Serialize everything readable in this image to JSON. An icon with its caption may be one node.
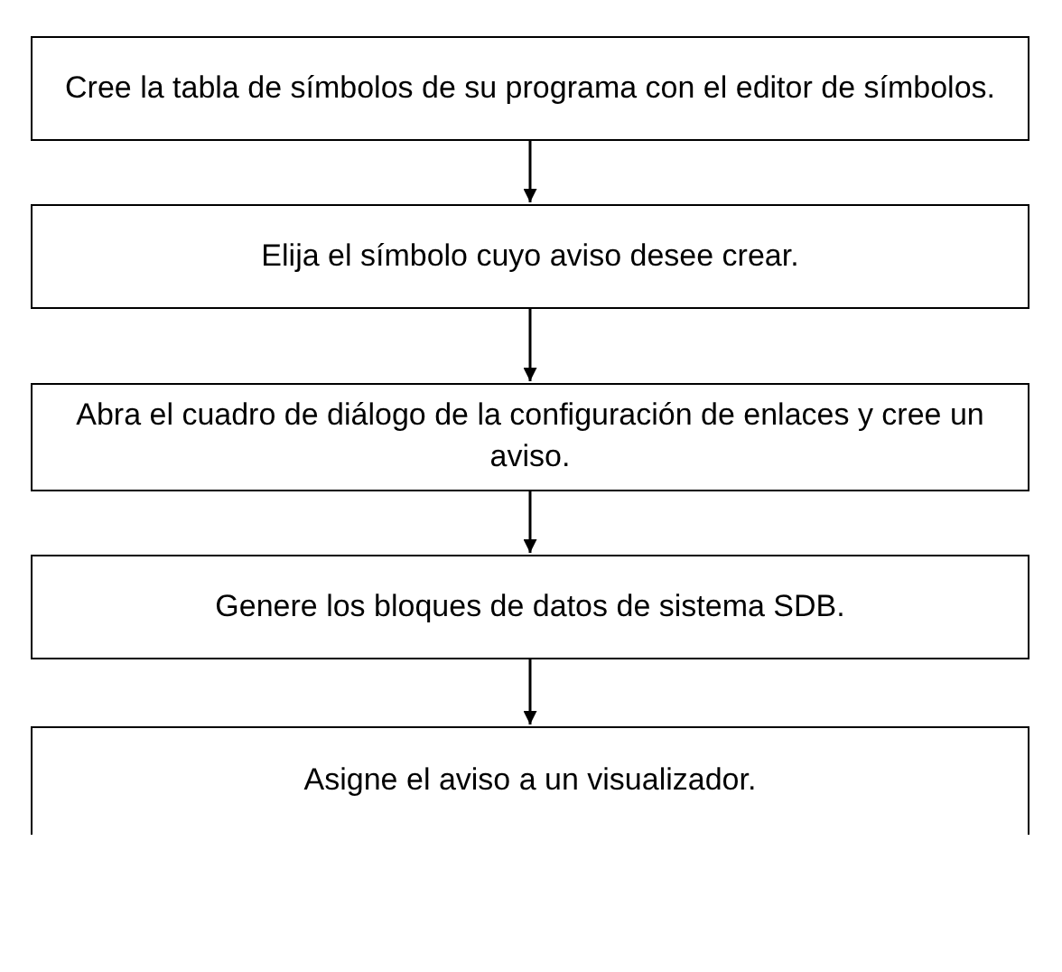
{
  "diagram": {
    "nodes": [
      {
        "text": [
          "Cree la tabla de símbolos de su programa con el editor de símbolos."
        ]
      },
      {
        "text": [
          "Elija el símbolo cuyo aviso desee crear."
        ]
      },
      {
        "text": [
          "Abra el cuadro de diálogo de la configuración de enlaces y cree un aviso."
        ]
      },
      {
        "text": [
          "Genere los bloques de datos de sistema SDB."
        ]
      },
      {
        "text": [
          "Asigne el aviso a un visualizador."
        ]
      }
    ],
    "edges": [
      {
        "from": 0,
        "to": 1,
        "arrow": "to"
      },
      {
        "from": 1,
        "to": 2,
        "arrow": "to"
      },
      {
        "from": 2,
        "to": 3,
        "arrow": "to"
      },
      {
        "from": 3,
        "to": 4,
        "arrow": "to"
      }
    ]
  }
}
